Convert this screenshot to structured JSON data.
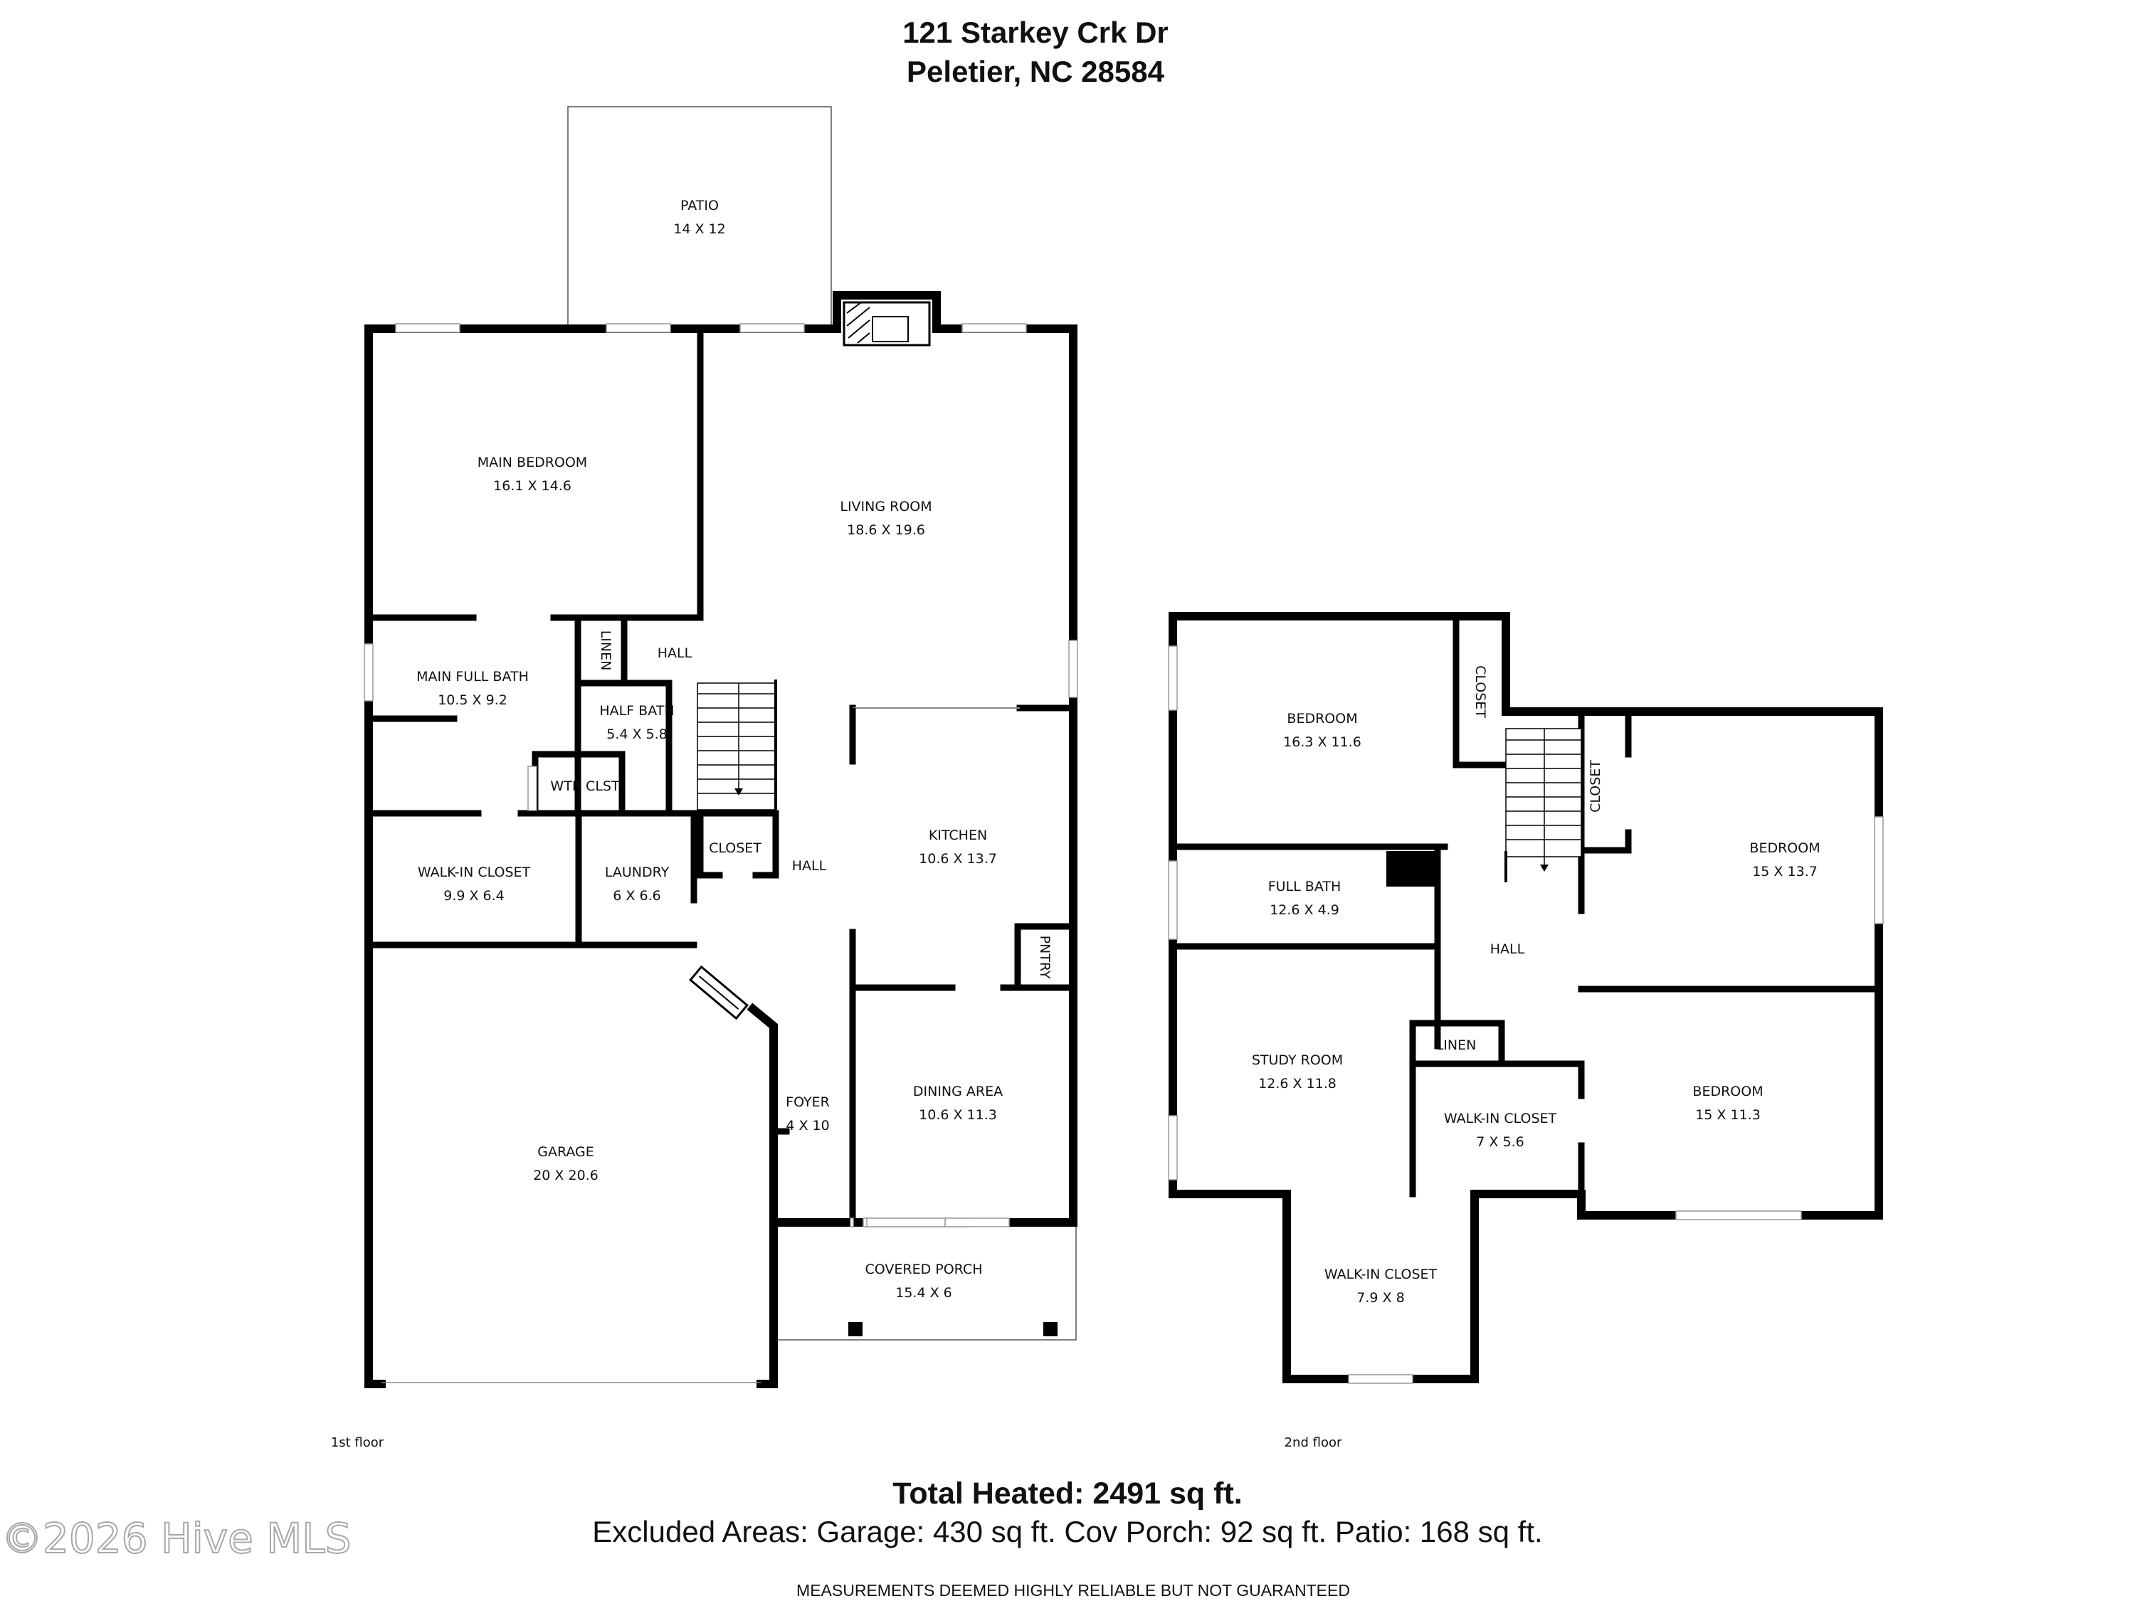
{
  "header": {
    "line1": "121 Starkey Crk Dr",
    "line2": "Peletier, NC 28584"
  },
  "rooms": {
    "patio": {
      "name": "PATIO",
      "size": "14 X 12"
    },
    "main_bedroom": {
      "name": "MAIN BEDROOM",
      "size": "16.1 X 14.6"
    },
    "living_room": {
      "name": "LIVING ROOM",
      "size": "18.6 X 19.6"
    },
    "linen1": {
      "name": "LINEN"
    },
    "hall1": {
      "name": "HALL"
    },
    "main_full_bath": {
      "name": "MAIN FULL BATH",
      "size": "10.5 X 9.2"
    },
    "half_bath": {
      "name": "HALF BATH",
      "size": "5.4 X 5.8"
    },
    "wtr_clst": {
      "name": "WTR CLST"
    },
    "walkin_closet1": {
      "name": "WALK-IN CLOSET",
      "size": "9.9 X 6.4"
    },
    "laundry": {
      "name": "LAUNDRY",
      "size": "6 X 6.6"
    },
    "closet1": {
      "name": "CLOSET"
    },
    "hall2": {
      "name": "HALL"
    },
    "kitchen": {
      "name": "KITCHEN",
      "size": "10.6 X 13.7"
    },
    "pntry": {
      "name": "PNTRY"
    },
    "garage": {
      "name": "GARAGE",
      "size": "20 X 20.6"
    },
    "foyer": {
      "name": "FOYER",
      "size": "4 X 10"
    },
    "dining_area": {
      "name": "DINING AREA",
      "size": "10.6 X 11.3"
    },
    "covered_porch": {
      "name": "COVERED PORCH",
      "size": "15.4 X 6"
    },
    "bedroom_a": {
      "name": "BEDROOM",
      "size": "16.3 X 11.6"
    },
    "closet_a": {
      "name": "CLOSET"
    },
    "closet_b": {
      "name": "CLOSET"
    },
    "bedroom_b": {
      "name": "BEDROOM",
      "size": "15 X 13.7"
    },
    "full_bath": {
      "name": "FULL BATH",
      "size": "12.6 X 4.9"
    },
    "hall3": {
      "name": "HALL"
    },
    "study_room": {
      "name": "STUDY ROOM",
      "size": "12.6 X 11.8"
    },
    "linen2": {
      "name": "LINEN"
    },
    "walkin_closet2": {
      "name": "WALK-IN CLOSET",
      "size": "7 X 5.6"
    },
    "bedroom_c": {
      "name": "BEDROOM",
      "size": "15 X 11.3"
    },
    "walkin_closet3": {
      "name": "WALK-IN CLOSET",
      "size": "7.9 X 8"
    }
  },
  "floors": {
    "first": "1st floor",
    "second": "2nd floor"
  },
  "footer": {
    "total": "Total Heated: 2491 sq ft.",
    "excluded": "Excluded Areas: Garage: 430 sq ft. Cov Porch: 92 sq ft. Patio: 168 sq ft.",
    "disclaimer": "MEASUREMENTS DEEMED HIGHLY RELIABLE BUT NOT GUARANTEED"
  },
  "watermark": "©2026 Hive MLS"
}
